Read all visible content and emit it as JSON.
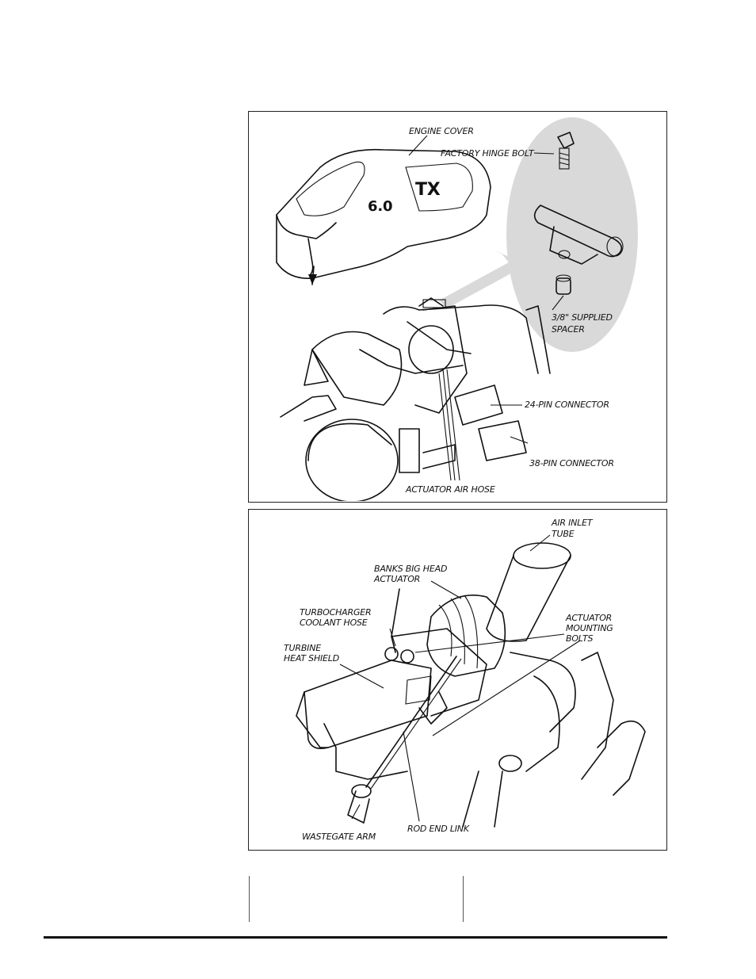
{
  "figure1": {
    "labels": {
      "engine_cover": "ENGINE COVER",
      "hinge_bolt": "FACTORY HINGE BOLT",
      "spacer_line1": "3/8\" SUPPLIED",
      "spacer_line2": "SPACER",
      "pin24": "24-PIN CONNECTOR",
      "pin38": "38-PIN CONNECTOR",
      "air_hose": "ACTUATOR AIR HOSE"
    }
  },
  "figure2": {
    "labels": {
      "air_inlet_1": "AIR INLET",
      "air_inlet_2": "TUBE",
      "banks_1": "BANKS BIG HEAD",
      "banks_2": "ACTUATOR",
      "coolant_1": "TURBOCHARGER",
      "coolant_2": "COOLANT HOSE",
      "mount_1": "ACTUATOR",
      "mount_2": "MOUNTING",
      "mount_3": "BOLTS",
      "shield_1": "TURBINE",
      "shield_2": "HEAT SHIELD",
      "wastegate": "WASTEGATE ARM",
      "rodend": "ROD END LINK"
    }
  },
  "colors": {
    "line": "#111111",
    "callout_bg": "#d9d9d9"
  }
}
